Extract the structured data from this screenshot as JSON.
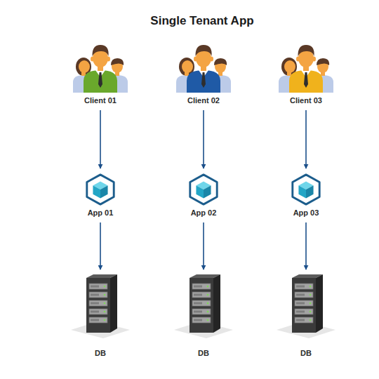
{
  "diagram": {
    "title": "Single Tenant App",
    "nodes": [
      {
        "text": [
          "Client 01"
        ]
      },
      {
        "text": [
          "Client 02"
        ]
      },
      {
        "text": [
          "Client 03"
        ]
      },
      {
        "text": [
          "App 01"
        ]
      },
      {
        "text": [
          "App 02"
        ]
      },
      {
        "text": [
          "App 03"
        ]
      },
      {
        "text": [
          "DB"
        ]
      },
      {
        "text": [
          "DB"
        ]
      },
      {
        "text": [
          "DB"
        ]
      }
    ],
    "edges": [
      {
        "from": 0,
        "to": 3,
        "arrow": "to"
      },
      {
        "from": 1,
        "to": 4,
        "arrow": "to"
      },
      {
        "from": 2,
        "to": 5,
        "arrow": "to"
      },
      {
        "from": 3,
        "to": 6,
        "arrow": "to"
      },
      {
        "from": 4,
        "to": 7,
        "arrow": "to"
      },
      {
        "from": 5,
        "to": 8,
        "arrow": "to"
      }
    ]
  }
}
